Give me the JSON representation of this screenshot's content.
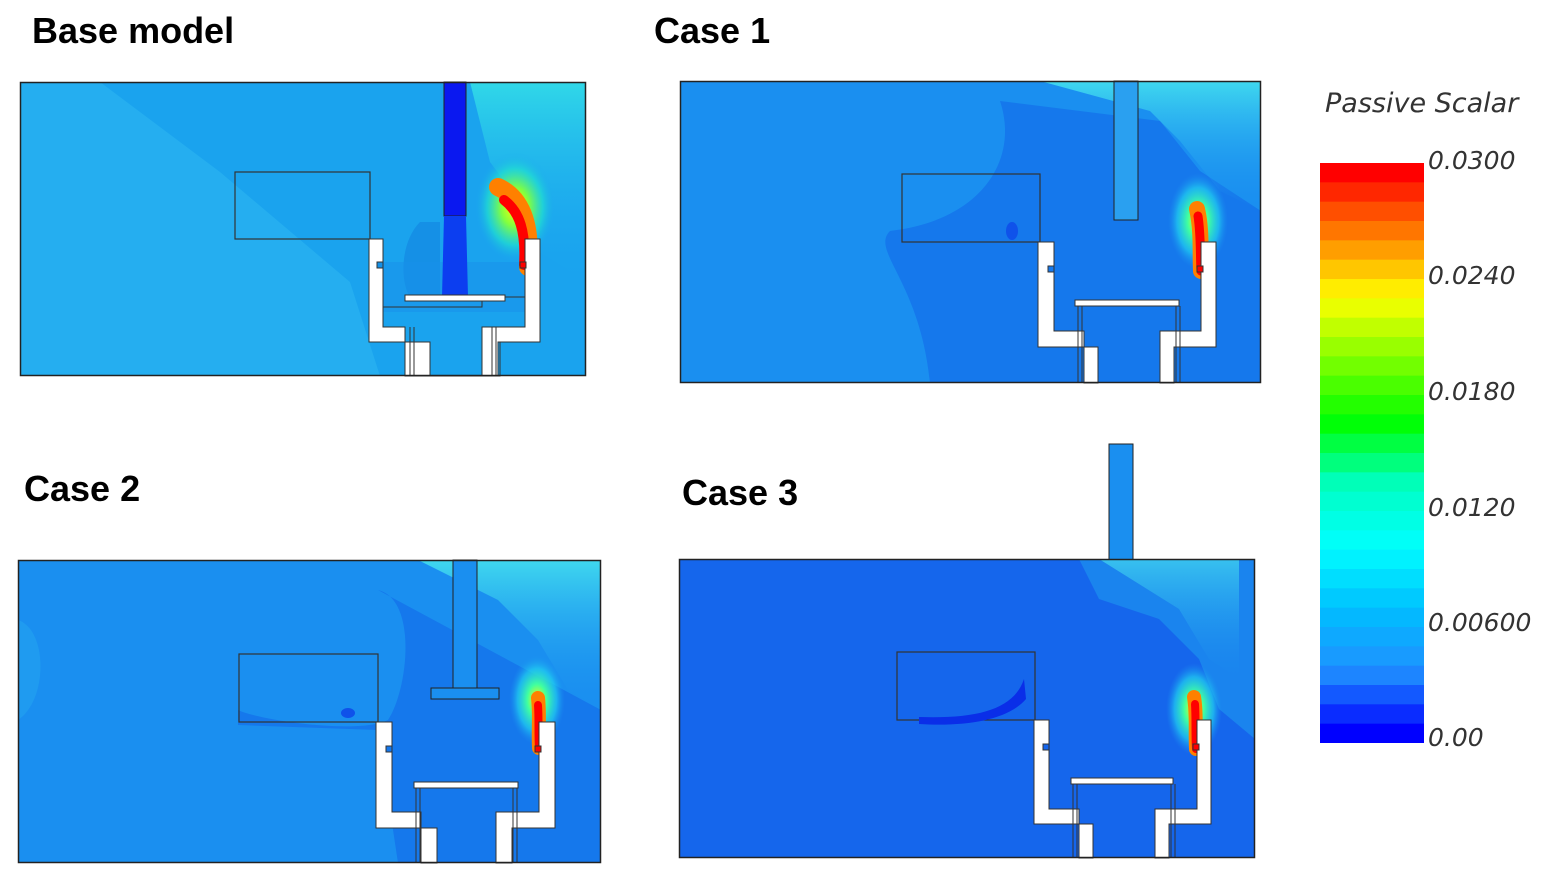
{
  "panels": [
    {
      "id": "base",
      "title": "Base model"
    },
    {
      "id": "case1",
      "title": "Case 1"
    },
    {
      "id": "case2",
      "title": "Case 2"
    },
    {
      "id": "case3",
      "title": "Case 3"
    }
  ],
  "legend": {
    "title": "Passive Scalar",
    "ticks": [
      "0.0300",
      "0.0240",
      "0.0180",
      "0.0120",
      "0.00600",
      "0.00"
    ],
    "colors": [
      "#ff0000",
      "#ff7f00",
      "#ffff00",
      "#7fff00",
      "#00ff00",
      "#00ffbf",
      "#00ffff",
      "#00bfff",
      "#1f8fff",
      "#0000ff"
    ]
  }
}
